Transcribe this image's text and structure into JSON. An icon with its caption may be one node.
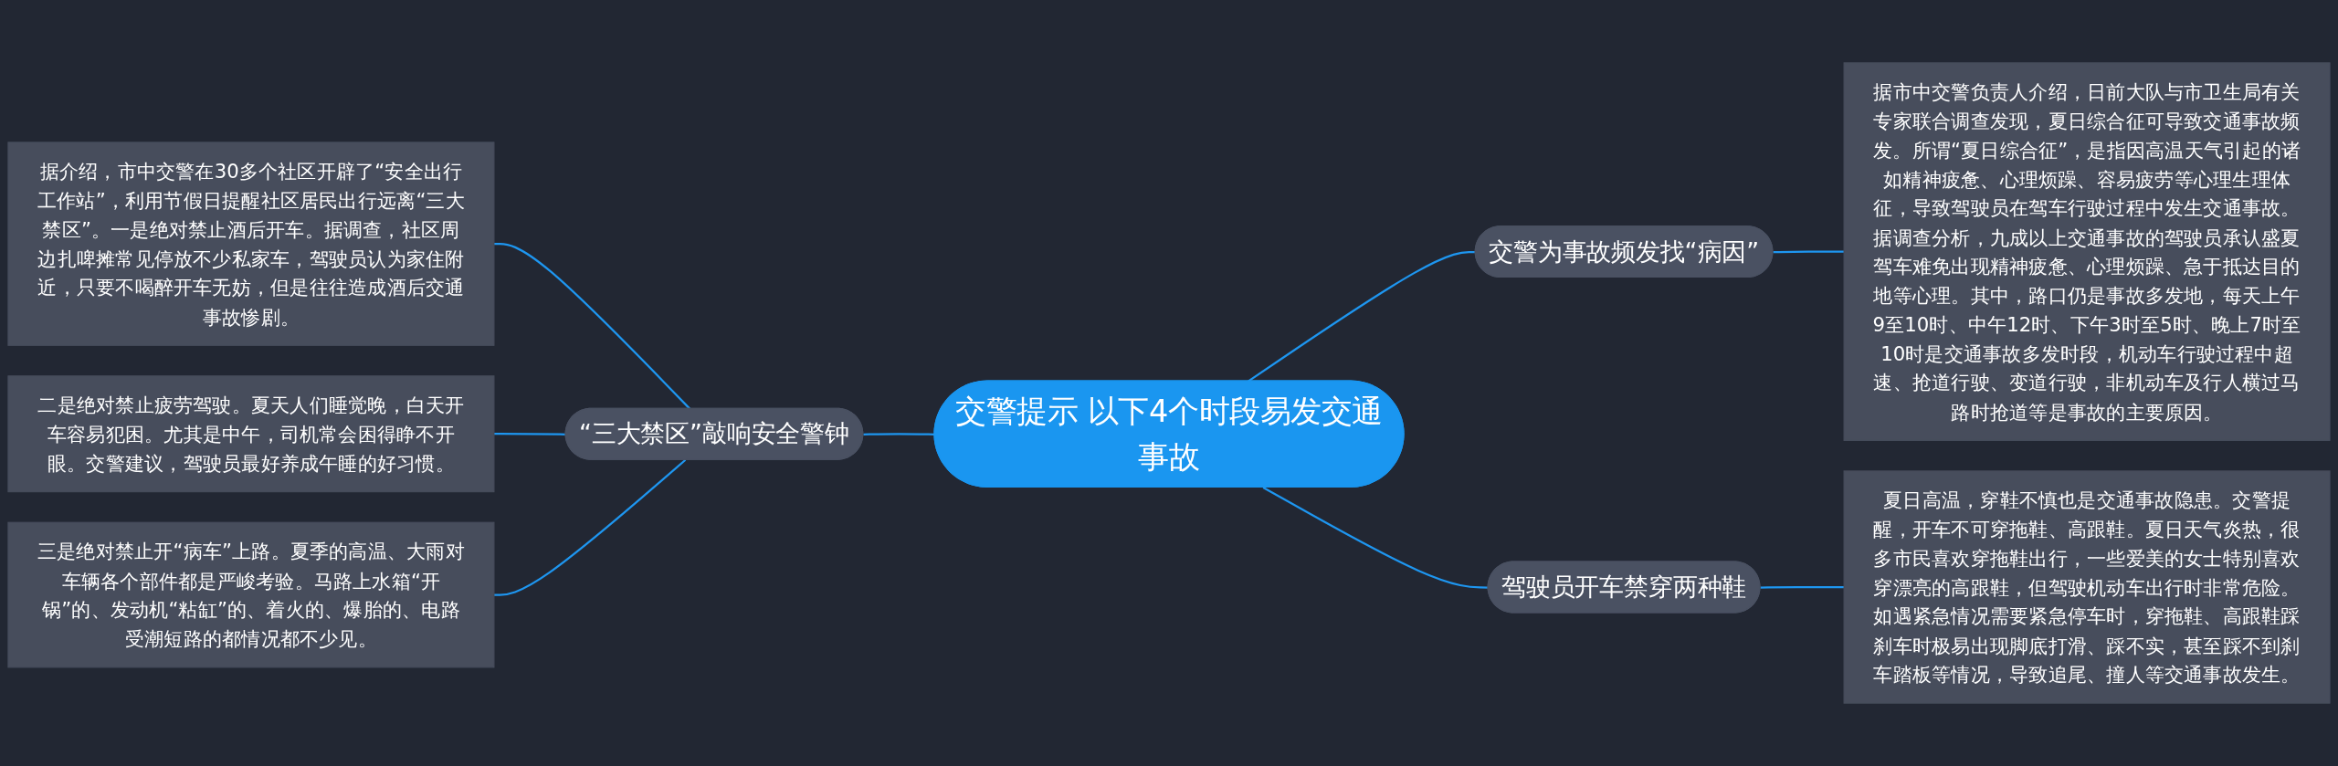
{
  "diagram": {
    "nodes": [
      {
        "text": [
          "交警提示 以下4个时段易发交通事故"
        ]
      },
      {
        "text": [
          "交警为事故频发找“病因”"
        ]
      },
      {
        "text": [
          "据市中交警负责人介绍，日前大队与市卫生局有关专家联合调查发现，夏日综合征可导致交通事故频发。所谓“夏日综合征”，是指因高温天气引起的诸如精神疲惫、心理烦躁、容易疲劳等心理生理体征，导致驾驶员在驾车行驶过程中发生交通事故。据调查分析，九成以上交通事故的驾驶员承认盛夏驾车难免出现精神疲惫、心理烦躁、急于抵达目的地等心理。其中，路口仍是事故多发地，每天上午9至10时、中午12时、下午3时至5时、晚上7时至10时是交通事故多发时段，机动车行驶过程中超速、抢道行驶、变道行驶，非机动车及行人横过马路时抢道等是事故的主要原因。"
        ]
      },
      {
        "text": [
          "“三大禁区”敲响安全警钟"
        ]
      },
      {
        "text": [
          "据介绍，市中交警在30多个社区开辟了“安全出行工作站”，利用节假日提醒社区居民出行远离“三大禁区”。一是绝对禁止酒后开车。据调查，社区周边扎啤摊常见停放不少私家车，驾驶员认为家住附近，只要不喝醉开车无妨，但是往往造成酒后交通事故惨剧。"
        ]
      },
      {
        "text": [
          "二是绝对禁止疲劳驾驶。夏天人们睡觉晚，白天开车容易犯困。尤其是中午，司机常会困得睁不开眼。交警建议，驾驶员最好养成午睡的好习惯。"
        ]
      },
      {
        "text": [
          "三是绝对禁止开“病车”上路。夏季的高温、大雨对车辆各个部件都是严峻考验。马路上水箱“开锅”的、发动机“粘缸”的、着火的、爆胎的、电路受潮短路的都情况都不少见。"
        ]
      },
      {
        "text": [
          "驾驶员开车禁穿两种鞋"
        ]
      },
      {
        "text": [
          "夏日高温，穿鞋不慎也是交通事故隐患。交警提醒，开车不可穿拖鞋、高跟鞋。夏日天气炎热，很多市民喜欢穿拖鞋出行，一些爱美的女士特别喜欢穿漂亮的高跟鞋，但驾驶机动车出行时非常危险。如遇紧急情况需要紧急停车时，穿拖鞋、高跟鞋踩刹车时极易出现脚底打滑、踩不实，甚至踩不到刹车踏板等情况，导致追尾、撞人等交通事故发生。"
        ]
      }
    ],
    "edges": [
      {
        "from": 4,
        "to": 3,
        "arrow": "none"
      },
      {
        "from": 5,
        "to": 3,
        "arrow": "none"
      },
      {
        "from": 6,
        "to": 3,
        "arrow": "none"
      },
      {
        "from": 3,
        "to": 0,
        "arrow": "none"
      },
      {
        "from": 0,
        "to": 1,
        "arrow": "none"
      },
      {
        "from": 1,
        "to": 2,
        "arrow": "none"
      },
      {
        "from": 0,
        "to": 7,
        "arrow": "none"
      },
      {
        "from": 7,
        "to": 8,
        "arrow": "none"
      }
    ]
  }
}
